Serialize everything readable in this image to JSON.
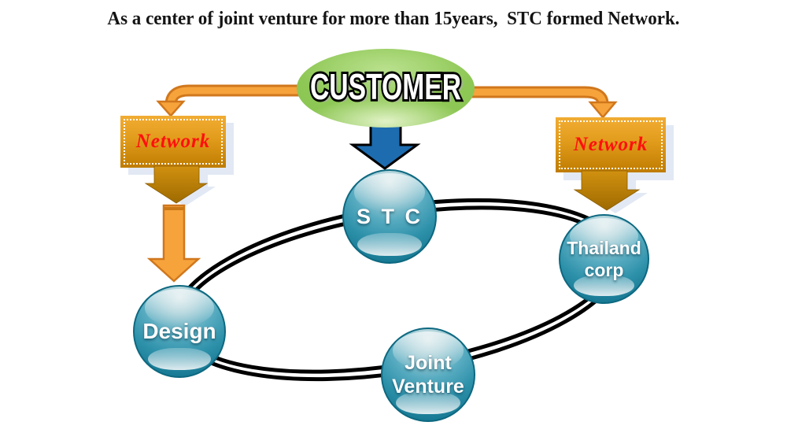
{
  "title": "As a center of joint venture for more than 15years,  STC formed Network.",
  "diagram": {
    "customer": {
      "label": "CUSTOMER"
    },
    "network_left": {
      "label": "Network"
    },
    "network_right": {
      "label": "Network"
    },
    "nodes": {
      "stc": {
        "label": "S T C"
      },
      "design": {
        "label": "Design"
      },
      "joint_venture": {
        "line1": "Joint",
        "line2": "Venture"
      },
      "thailand_corp": {
        "line1": "Thailand",
        "line2": "corp"
      }
    },
    "colors": {
      "customer_green": "#8cc653",
      "elbow_arrow_fill": "#f6a33c",
      "elbow_arrow_outline": "#d0771c",
      "network_box_top": "#f1ac33",
      "network_box_bottom": "#bf7c00",
      "network_text_red": "#ff0f0f",
      "dark_arrow_top": "#d19110",
      "dark_arrow_bottom": "#9e6a00",
      "blue_arrow": "#1d6cb0",
      "sphere_teal": "#2f92ab",
      "sphere_rim": "#0d6880",
      "ring_line": "#000000",
      "shadow_blue": "#e2e9f4"
    }
  }
}
